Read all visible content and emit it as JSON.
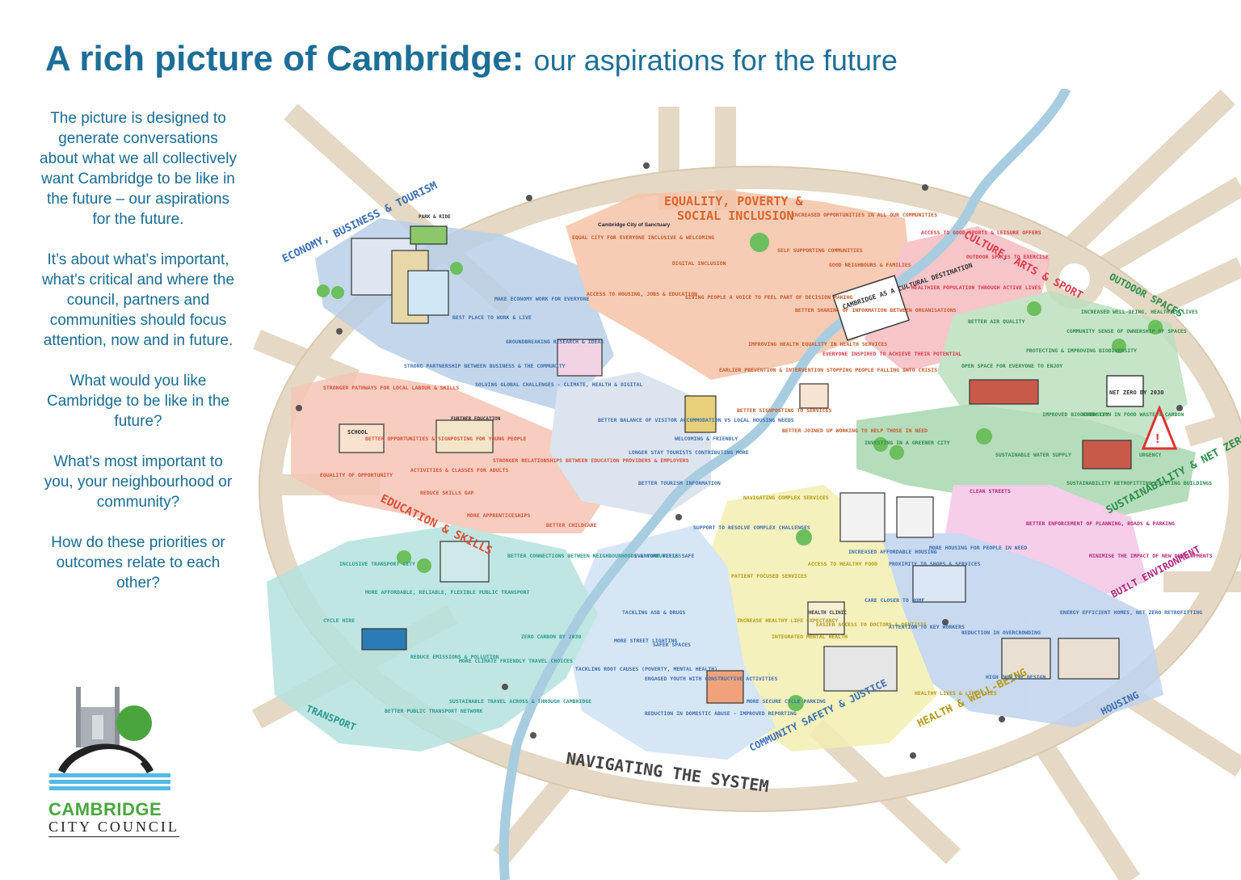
{
  "title": {
    "bold": "A rich picture of Cambridge:",
    "light": "our aspirations for the future"
  },
  "intro": [
    "The picture is designed to generate conversations about what we all collectively want Cambridge to be like in the future – our aspirations for the future.",
    "It’s about what's important, what's critical and where the council, partners and communities should focus attention, now and in future.",
    "What would you like Cambridge to be like in the future?",
    "What's most important to you, your neighbourhood or community?",
    "How do these priorities or outcomes relate to each other?"
  ],
  "zones": {
    "economy": "ECONOMY, BUSINESS & TOURISM",
    "equality_1": "EQUALITY, POVERTY &",
    "equality_2": "SOCIAL INCLUSION",
    "culture": "CULTURE, ARTS & SPORT",
    "outdoor": "OUTDOOR SPACES",
    "sustainability": "SUSTAINABILITY & NET ZERO",
    "built": "BUILT ENVIRONMENT",
    "housing": "HOUSING",
    "health": "HEALTH & WELL-BEING",
    "community": "COMMUNITY SAFETY & JUSTICE",
    "education": "EDUCATION & SKILLS",
    "transport": "TRANSPORT",
    "navigating": "NAVIGATING THE SYSTEM"
  },
  "signs": {
    "cultural_destination": "CAMBRIDGE AS A CULTURAL DESTINATION",
    "net_zero": "NET ZERO BY 2030",
    "sanctuary": "Cambridge City of Sanctuary",
    "school": "SCHOOL",
    "further_education": "FURTHER EDUCATION",
    "health_clinic": "HEALTH CLINIC",
    "park_ride": "PARK & RIDE"
  },
  "notes": {
    "equal_city": "EQUAL CITY FOR EVERYONE INCLUSIVE & WELCOMING",
    "access_housing": "ACCESS TO HOUSING, JOBS & EDUCATION",
    "digital_inclusion": "DIGITAL INCLUSION",
    "voice": "GIVING PEOPLE A VOICE TO FEEL PART OF DECISION MAKING",
    "opportunities": "INCREASED OPPORTUNITIES IN ALL OUR COMMUNITIES",
    "self_supporting": "SELF SUPPORTING COMMUNITIES",
    "neighbours": "GOOD NEIGHBOURS & FAMILIES",
    "information": "BETTER SHARING OF INFORMATION BETWEEN ORGANISATIONS",
    "health_equality": "IMPROVING HEALTH EQUALITY IN HEALTH SERVICES",
    "early_prevention": "EARLIER PREVENTION & INTERVENTION STOPPING PEOPLE FALLING INTO CRISIS",
    "signposting": "BETTER SIGNPOSTING TO SERVICES",
    "joined_up": "BETTER JOINED UP WORKING TO HELP THOSE IN NEED",
    "make_economy": "MAKE ECONOMY WORK FOR EVERYONE",
    "best_place": "BEST PLACE TO WORK & LIVE",
    "partnership": "STRONG PARTNERSHIP BETWEEN BUSINESS & THE COMMUNITY",
    "global_challenges": "SOLVING GLOBAL CHALLENGES - CLIMATE, HEALTH & DIGITAL",
    "groundbreaking": "GROUNDBREAKING RESEARCH & IDEAS",
    "better_balance": "BETTER BALANCE OF VISITOR ACCOMMODATION VS LOCAL HOUSING NEEDS",
    "longer_stay": "LONGER STAY TOURISTS CONTRIBUTING MORE",
    "tourism_information": "BETTER TOURISM INFORMATION",
    "local_pathways": "STRONGER PATHWAYS FOR LOCAL LABOUR & SKILLS",
    "young_people": "BETTER OPPORTUNITIES & SIGNPOSTING FOR YOUNG PEOPLE",
    "equality_opportunity": "EQUALITY OF OPPORTUNITY",
    "activities": "ACTIVITIES & CLASSES FOR ADULTS",
    "skills_gap": "REDUCE SKILLS GAP",
    "apprenticeships": "MORE APPRENTICESHIPS",
    "relationships": "STRONGER RELATIONSHIPS BETWEEN EDUCATION PROVIDERS & EMPLOYERS",
    "childcare": "BETTER CHILDCARE",
    "connections": "BETTER CONNECTIONS BETWEEN NEIGHBOURHOODS & COMMUNITIES",
    "inclusive_transport": "INCLUSIVE TRANSPORT CITY",
    "affordable_transport": "MORE AFFORDABLE, RELIABLE, FLEXIBLE PUBLIC TRANSPORT",
    "reduce_emissions": "REDUCE EMISSIONS & POLLUTION",
    "climate_travel": "MORE CLIMATE FRIENDLY TRAVEL CHOICES",
    "zero_carbon": "ZERO CARBON BY 2030",
    "sustainable_travel": "SUSTAINABLE TRAVEL ACROSS & THROUGH CAMBRIDGE",
    "public_transport": "BETTER PUBLIC TRANSPORT NETWORK",
    "cycle_hire": "CYCLE HIRE",
    "everyone_feels_safe": "EVERYONE FEELS SAFE",
    "tackling_asb": "TACKLING ASB & DRUGS",
    "street_lighting": "MORE STREET LIGHTING",
    "safer_spaces": "SAFER SPACES",
    "root_causes": "TACKLING ROOT CAUSES (POVERTY, MENTAL HEALTH)",
    "youth_activities": "ENGAGED YOUTH WITH CONSTRUCTIVE ACTIVITIES",
    "domestic_abuse": "REDUCTION IN DOMESTIC ABUSE - IMPROVED REPORTING",
    "cycle_parking": "MORE SECURE CYCLE PARKING",
    "complex_challenges": "SUPPORT TO RESOLVE COMPLEX CHALLENGES",
    "navigating_services": "NAVIGATING COMPLEX SERVICES",
    "patient_services": "PATIENT FOCUSED SERVICES",
    "healthy_lifestyle": "ACCESS TO HEALTHY FOOD",
    "life_expectancy": "INCREASE HEALTHY LIFE EXPECTANCY",
    "mental_health": "INTEGRATED MENTAL HEALTH",
    "dentists": "EASIER ACCESS TO DOCTORS & DENTISTS",
    "active_lives": "HEALTHIER POPULATION THROUGH ACTIVE LIVES",
    "lifestyles": "HEALTHY LIVES & LIFESTYLES",
    "affordable_housing": "INCREASED AFFORDABLE HOUSING",
    "proximity": "PROXIMITY TO SHOPS & SERVICES",
    "housing_need": "MORE HOUSING FOR PEOPLE IN NEED",
    "care_closer": "CARE CLOSER TO HOME",
    "key_workers": "ATTENTION TO KEY WORKERS",
    "overcrowding": "REDUCTION IN OVERCROWDING",
    "efficient_homes": "ENERGY EFFICIENT HOMES, NET ZERO RETROFITTING",
    "design": "HIGH QUALITY DESIGN",
    "clean_streets": "CLEAN STREETS",
    "enforcement": "BETTER ENFORCEMENT OF PLANNING, ROADS & PARKING",
    "minimise": "MINIMISE THE IMPACT OF NEW DEVELOPMENTS",
    "sport_access": "ACCESS TO GOOD SPORTS & LEISURE OFFERS",
    "exercise": "OUTDOOR SPACES TO EXERCISE",
    "air_quality": "BETTER AIR QUALITY",
    "everyone_inspired": "EVERYONE INSPIRED TO ACHIEVE THEIR POTENTIAL",
    "wellbeing": "INCREASED WELL-BEING, HEALTHIER LIVES",
    "ownership": "COMMUNITY SENSE OF OWNERSHIP OF SPACES",
    "biodiversity": "PROTECTING & IMPROVING BIODIVERSITY",
    "open_space": "OPEN SPACE FOR EVERYONE TO ENJOY",
    "investing": "INVESTING IN A GREENER CITY",
    "water": "SUSTAINABLE WATER SUPPLY",
    "improved_biodiversity": "IMPROVED BIODIVERSITY",
    "food": "REDUCTION IN FOOD WASTE & CARBON",
    "urgency": "URGENCY",
    "retrofitting": "SUSTAINABILITY RETROFITTING EXISTING BUILDINGS",
    "welcoming_friendly": "WELCOMING & FRIENDLY"
  }
}
